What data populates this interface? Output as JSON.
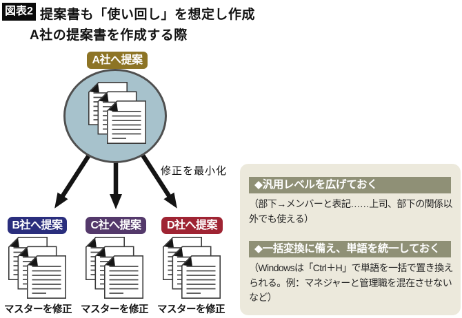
{
  "figure": {
    "badge": "図表2",
    "title": "提案書も「使い回し」を想定し作成",
    "subtitle": "A社の提案書を作成する際"
  },
  "diagram": {
    "source": {
      "label": "A社へ提案",
      "color": "#8D7425"
    },
    "note": "修正を最小化",
    "circle_fill": "#A7C2CC",
    "circle_border": "#4F4F4F",
    "arrow_color": "#141414",
    "targets": [
      {
        "label": "B社へ提案",
        "color": "#2A2E7D",
        "caption": "マスターを修正"
      },
      {
        "label": "C社へ提案",
        "color": "#54396B",
        "caption": "マスターを修正"
      },
      {
        "label": "D社へ提案",
        "color": "#9F2433",
        "caption": "マスターを修正"
      }
    ],
    "icons": {
      "document_stack": "document-stack-icon"
    }
  },
  "panel": {
    "bg": "#ECE9DC",
    "header_bg": "#8F9076",
    "sections": [
      {
        "title": "◆汎用レベルを広げておく",
        "body": "（部下→メンバーと表記……上司、部下の関係以外でも使える）"
      },
      {
        "title": "◆一括変換に備え、単語を統一しておく",
        "body": "（Windowsは「Ctrl＋H」で単語を一括で置き換えられる。例：マネジャーと管理職を混在させないなど）"
      }
    ]
  }
}
